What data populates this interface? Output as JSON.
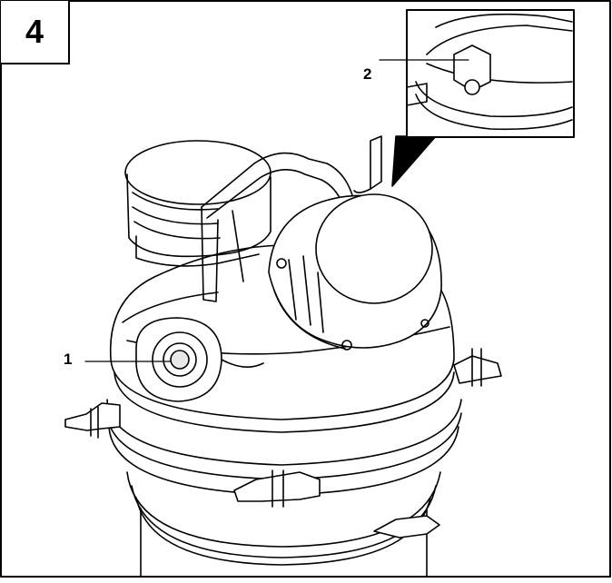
{
  "figure": {
    "step_number": "4",
    "callouts": [
      {
        "label": "1"
      },
      {
        "label": "2"
      }
    ],
    "colors": {
      "line": "#000000",
      "background": "#ffffff",
      "shade": "#e8e8e8"
    }
  }
}
